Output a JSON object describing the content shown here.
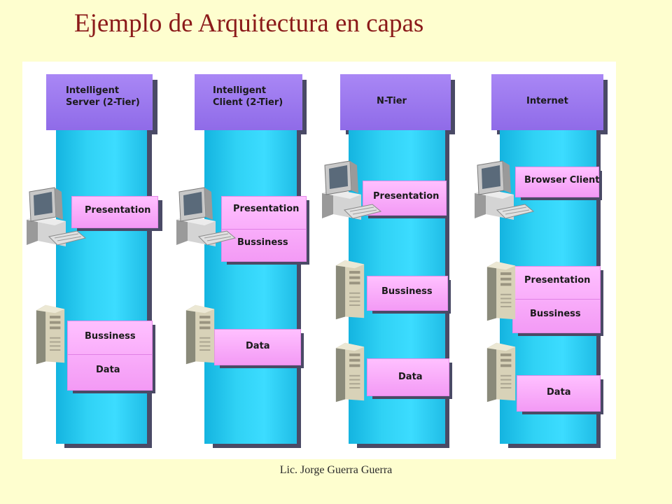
{
  "title": "Ejemplo de Arquitectura en capas",
  "footer": "Lic. Jorge Guerra Guerra",
  "colors": {
    "title": "#8b1a1a",
    "background": "#fefecf",
    "column_body": "#30d2f5",
    "column_header": "#9b78f0",
    "layer_box": "#f9aaf9"
  },
  "columns": [
    {
      "header": "Intelligent\nServer (2-Tier)",
      "layers": [
        "Presentation",
        "Bussiness",
        "Data"
      ]
    },
    {
      "header": "Intelligent\nClient (2-Tier)",
      "layers": [
        "Presentation",
        "Bussiness",
        "Data"
      ]
    },
    {
      "header": "N-Tier",
      "layers": [
        "Presentation",
        "Bussiness",
        "Data"
      ]
    },
    {
      "header": "Internet",
      "layers": [
        "Browser Client",
        "Presentation",
        "Bussiness",
        "Data"
      ]
    }
  ],
  "icons": [
    "desktop-computer-icon",
    "server-tower-icon"
  ]
}
